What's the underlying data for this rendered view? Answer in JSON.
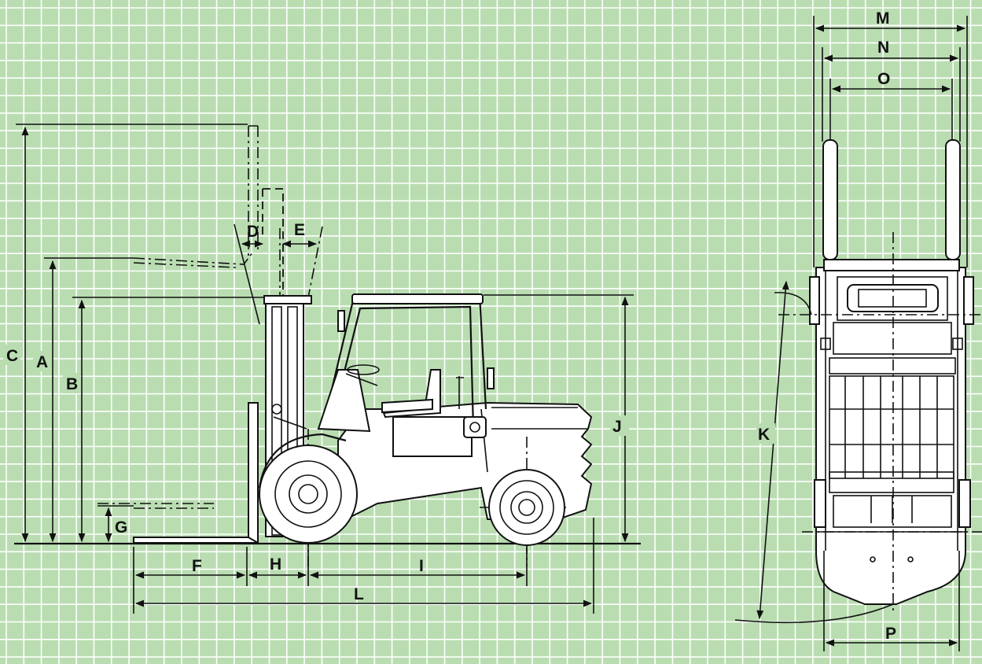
{
  "diagram": {
    "background_color": "#b9ddb1",
    "grid_color": "#ffffff",
    "line_color": "#111111",
    "body_fill": "#ffffff",
    "dimensions": {
      "A": "A",
      "B": "B",
      "C": "C",
      "D": "D",
      "E": "E",
      "F": "F",
      "G": "G",
      "H": "H",
      "I": "I",
      "J": "J",
      "K": "K",
      "L": "L",
      "M": "M",
      "N": "N",
      "O": "O",
      "P": "P"
    }
  }
}
